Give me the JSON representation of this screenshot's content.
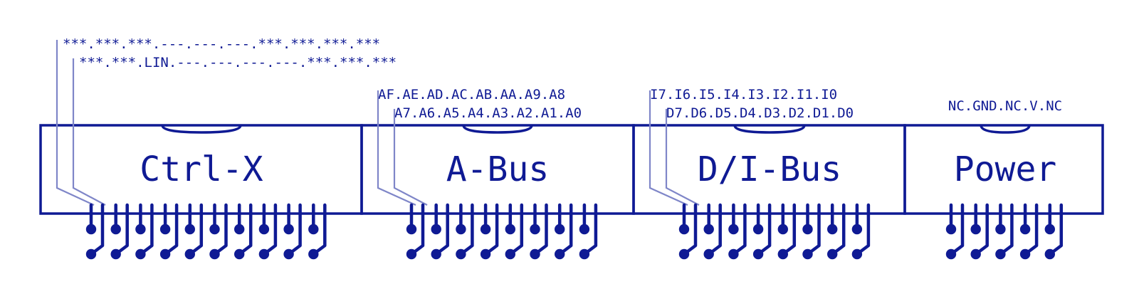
{
  "colors": {
    "primary": "#0f1a94",
    "lead": "#7f86c8",
    "background": "#ffffff"
  },
  "connectors": [
    {
      "id": "ctrl-x",
      "title": "Ctrl-X",
      "label_top": "***.***.***.---.---.---.***.***.***.***",
      "label_bottom": "***.***.LIN.---.---.---.---.***.***.***",
      "pin_pairs": 10
    },
    {
      "id": "a-bus",
      "title": "A-Bus",
      "label_top": "AF.AE.AD.AC.AB.AA.A9.A8",
      "label_bottom": "A7.A6.A5.A4.A3.A2.A1.A0",
      "pin_pairs": 8
    },
    {
      "id": "di-bus",
      "title": "D/I-Bus",
      "label_top": "I7.I6.I5.I4.I3.I2.I1.I0",
      "label_bottom": "D7.D6.D5.D4.D3.D2.D1.D0",
      "pin_pairs": 8
    },
    {
      "id": "power",
      "title": "Power",
      "label_top": "NC.GND.NC.V.NC",
      "label_bottom": "",
      "pin_pairs": 5
    }
  ]
}
